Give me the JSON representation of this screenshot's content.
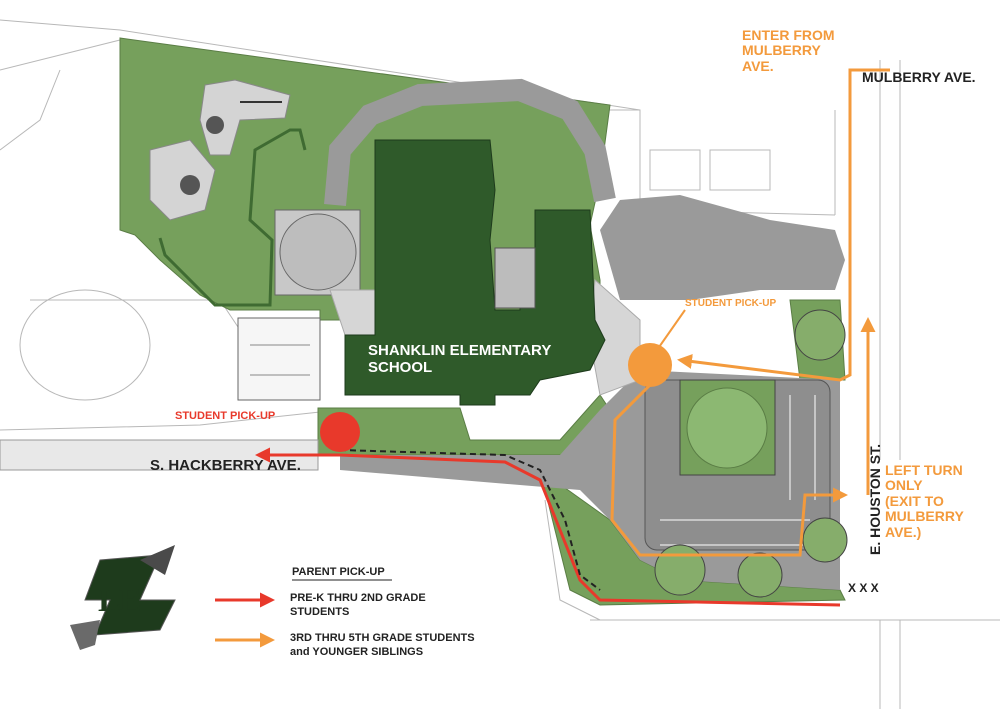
{
  "labels": {
    "school_name": "SHANKLIN ELEMENTARY\nSCHOOL",
    "enter_from": "ENTER FROM\nMULBERRY\nAVE.",
    "mulberry_ave": "MULBERRY AVE.",
    "student_pickup_red": "STUDENT PICK-UP",
    "student_pickup_orange": "STUDENT PICK-UP",
    "hackberry_ave": "S. HACKBERRY AVE.",
    "houston_st": "E. HOUSTON ST.",
    "left_turn": "LEFT TURN\nONLY\n(EXIT TO\nMULBERRY\nAVE.)",
    "xxx": "X X X"
  },
  "legend": {
    "title": "PARENT PICK-UP",
    "items": [
      {
        "label": "PRE-K THRU 2ND GRADE\nSTUDENTS",
        "color": "#e8392b"
      },
      {
        "label": "3RD THRU 5TH GRADE STUDENTS\nand YOUNGER SIBLINGS",
        "color": "#f39a3c"
      }
    ]
  },
  "colors": {
    "grass": "#76a05c",
    "grass_dark": "#5d8a47",
    "building": "#2f5a2a",
    "road": "#9a9a9a",
    "plaza": "#cfcfcf",
    "red_route": "#e8392b",
    "orange_route": "#f39a3c"
  },
  "logo": {
    "text": "LE"
  }
}
